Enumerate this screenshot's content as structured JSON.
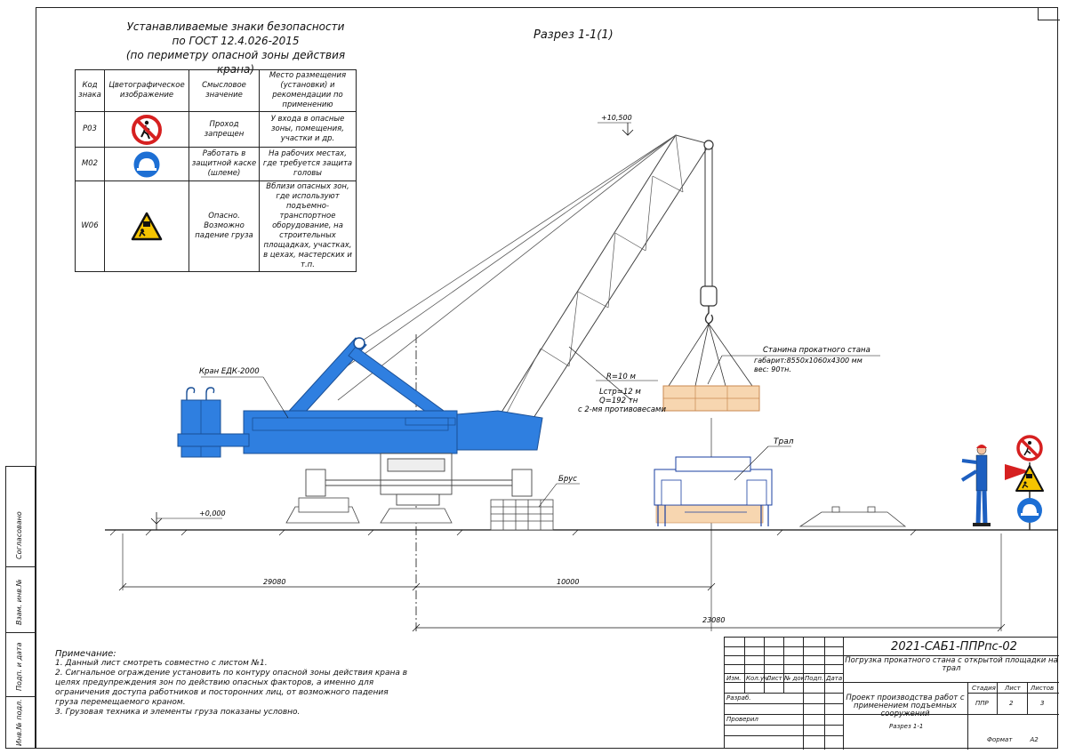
{
  "signs_block": {
    "title_lines": [
      "Устанавливаемые знаки безопасности",
      "по ГОСТ 12.4.026-2015",
      "(по периметру опасной зоны действия крана)"
    ],
    "headers": [
      "Код знака",
      "Цветографическое изображение",
      "Смысловое значение",
      "Место размещения (установки) и рекомендации по применению"
    ],
    "rows": [
      {
        "code": "Р03",
        "icon": "no-entry-pedestrian-icon",
        "meaning": "Проход запрещен",
        "placement": "У входа в опасные зоны, помещения, участки и др."
      },
      {
        "code": "М02",
        "icon": "hard-hat-mandatory-icon",
        "meaning": "Работать в защитной каске (шлеме)",
        "placement": "На рабочих местах, где требуется защита головы"
      },
      {
        "code": "W06",
        "icon": "falling-load-warning-icon",
        "meaning": "Опасно. Возможно падение груза",
        "placement": "Вблизи опасных зон, где используют подъемно-транспортное оборудование, на строительных площадках, участках, в цехах, мастерских и т.п."
      }
    ]
  },
  "section_title": "Разрез 1-1(1)",
  "drawing_labels": {
    "crane": "Кран ЕДК-2000",
    "elev_top": "+10,500",
    "elev_zero": "+0,000",
    "crane_params": [
      "R=10 м",
      "Lстр=12 м",
      "Q=192 тн",
      "с 2-мя противовесами"
    ],
    "load_lines": [
      "Станина прокатного стана",
      "габарит:8550х1060х4300 мм",
      "вес: 90тн."
    ],
    "trailer": "Трал",
    "beam": "Брус",
    "dim_1": "29080",
    "dim_2": "10000",
    "dim_3": "23080"
  },
  "colors": {
    "crane_blue": "#2f7fe0",
    "load_fill": "#f7d6b0",
    "sign_red": "#d62020",
    "sign_blue": "#1d6fd4",
    "sign_yellow": "#f5c400"
  },
  "notes": {
    "heading": "Примечание:",
    "items": [
      "1.   Данный лист смотреть совместно с листом №1.",
      "2.   Сигнальное ограждение установить по контуру опасной зоны действия крана в целях предупреждения зон по действию опасных факторов, а именно для ограничения доступа работников и посторонних лиц, от возможного падения груза перемещаемого краном.",
      "3.   Грузовая техника и элементы груза показаны условно."
    ]
  },
  "title_block": {
    "code": "2021-САБ1-ППРпс-02",
    "subtitle": "Погрузка прокатного стана с открытой площадки на трал",
    "project": "Проект производства работ с применением подъемных сооружений",
    "sheet_name": "Разрез 1-1",
    "cols": [
      "Изм.",
      "Кол.уч.",
      "Лист",
      "№ док.",
      "Подп.",
      "Дата"
    ],
    "rows": [
      "Разраб.",
      "Проверил"
    ],
    "stage_label": "Стадия",
    "sheet_label": "Лист",
    "sheets_label": "Листов",
    "stage": "ППР",
    "sheet": "2",
    "sheets": "3",
    "format_label": "Формат",
    "format": "А2"
  },
  "left_strip": [
    "Согласовано",
    "Взам. инв.№",
    "Подп. и дата",
    "Инв.№ подл."
  ]
}
